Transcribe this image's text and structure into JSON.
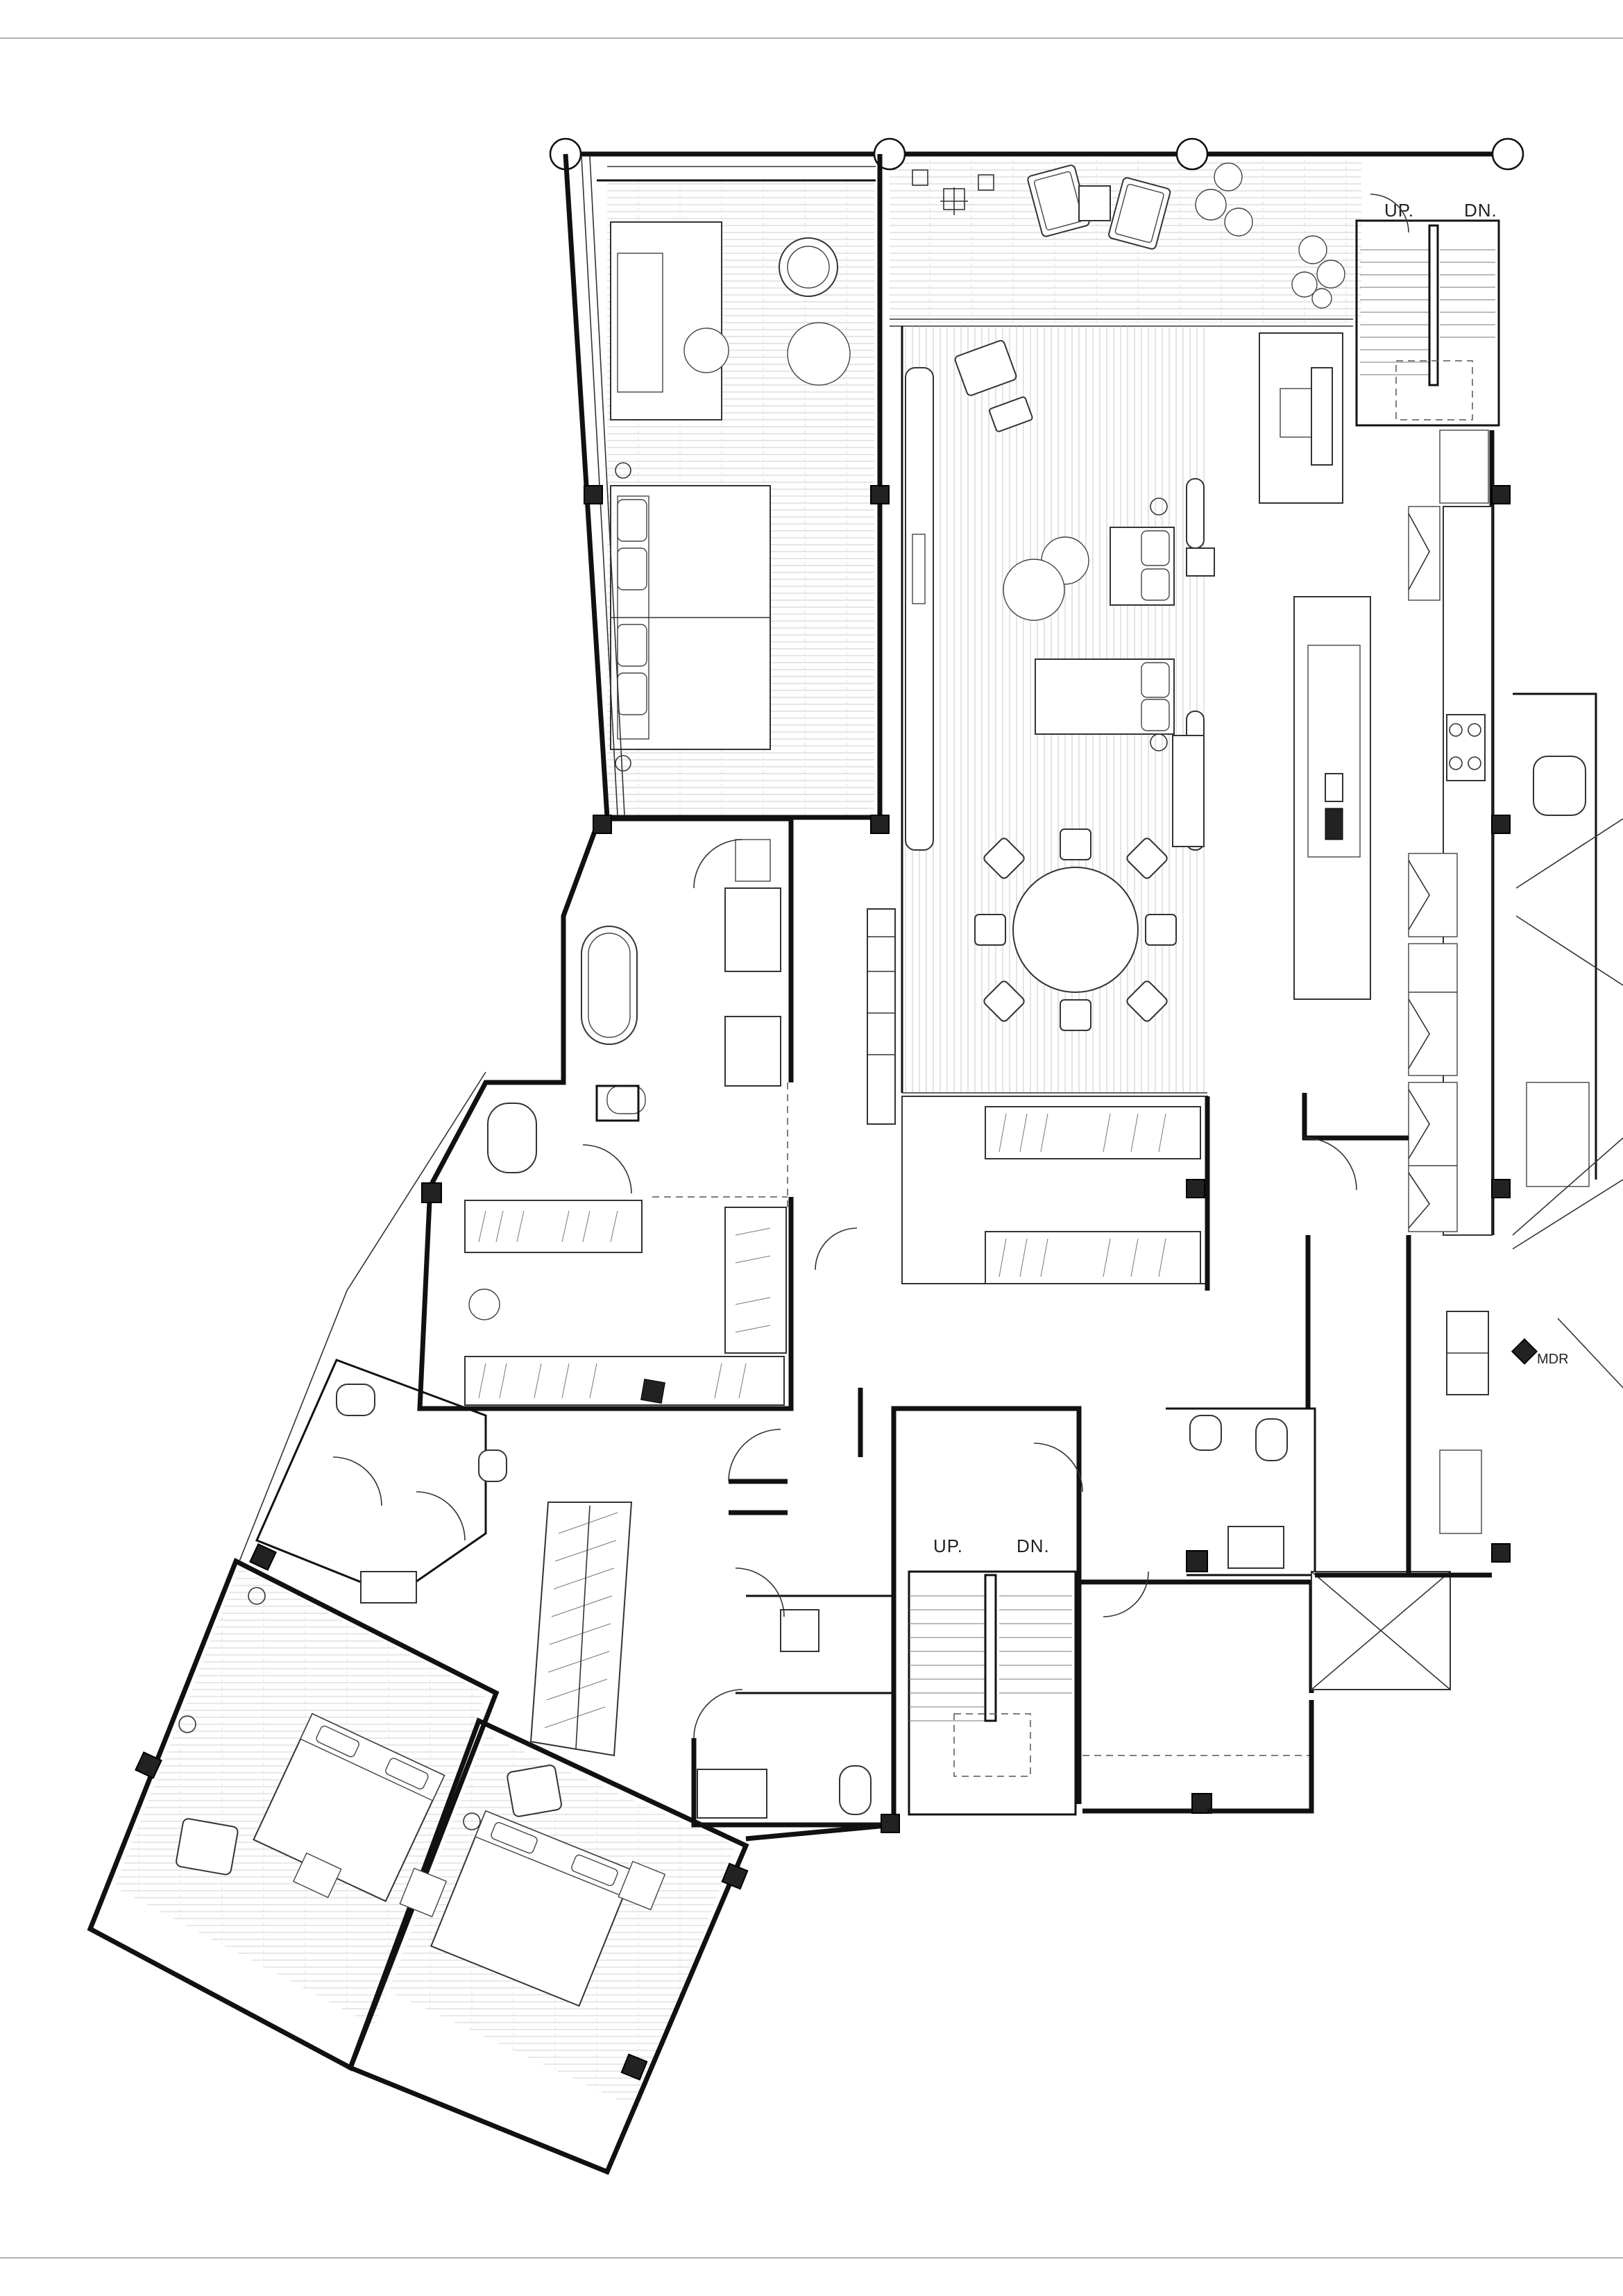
{
  "floor_plan": {
    "stair_top": {
      "up_label": "UP.",
      "down_label": "DN."
    },
    "stair_center": {
      "up_label": "UP.",
      "down_label": "DN."
    },
    "closet_label": "MDR"
  }
}
